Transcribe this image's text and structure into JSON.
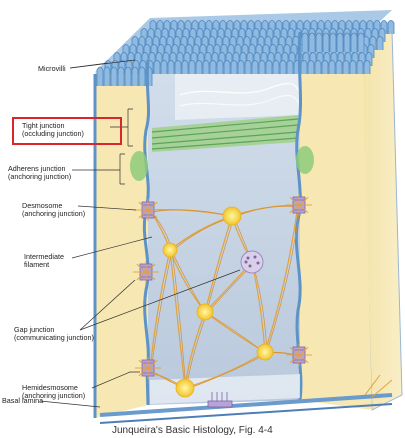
{
  "labels": {
    "microvilli": "Microvilli",
    "tight_junction_1": "Tight junction",
    "tight_junction_2": "(occluding junction)",
    "adherens_1": "Adherens junction",
    "adherens_2": "(anchoring junction)",
    "desmosome_1": "Desmosome",
    "desmosome_2": "(anchoring junction)",
    "intermediate_1": "Intermediate",
    "intermediate_2": "filament",
    "gap_1": "Gap junction",
    "gap_2": "(communicating junction)",
    "hemidesmosome_1": "Hemidesmosome",
    "hemidesmosome_2": "(anchoring junction)",
    "basal_lamina": "Basal lamina"
  },
  "caption": "Junqueira's Basic Histology, Fig. 4-4",
  "colors": {
    "highlight_box": "#d9262c",
    "membrane": "#5d93c6",
    "cytoplasm": "#f6e9b8",
    "filament": "#e2a23c",
    "interior": "#c9d7e6"
  }
}
